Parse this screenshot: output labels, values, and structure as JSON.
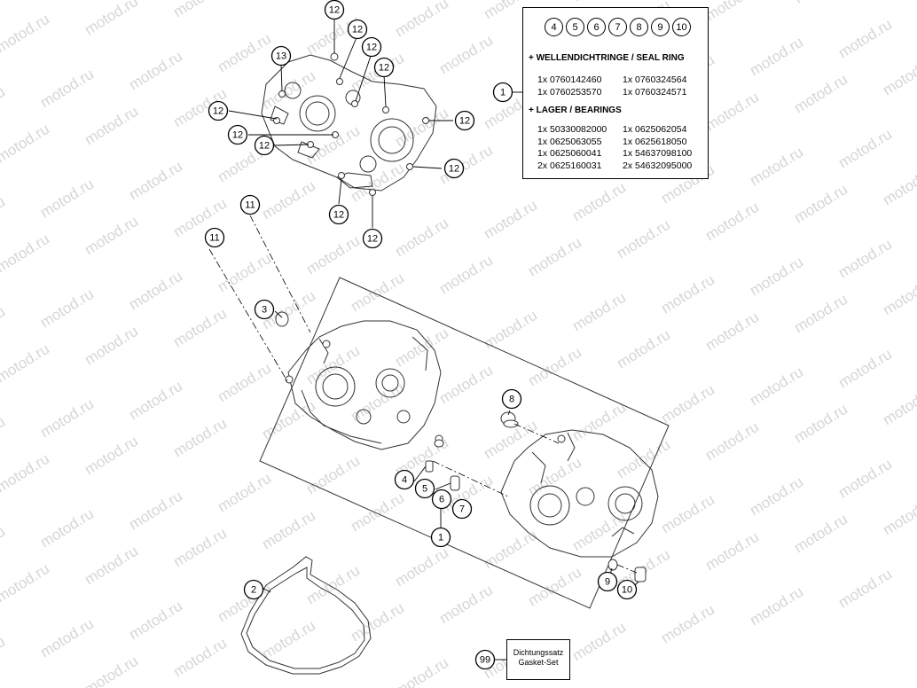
{
  "watermark": "motod.ru",
  "kit": {
    "numbers": [
      "4",
      "5",
      "6",
      "7",
      "8",
      "9",
      "10"
    ],
    "seals_heading": "+ WELLENDICHTRINGE / SEAL RING",
    "seals": [
      "1x 0760142460",
      "1x 0760324564",
      "1x 0760253570",
      "1x 0760324571"
    ],
    "bearings_heading": "+ LAGER / BEARINGS",
    "bearings": [
      "1x 50330082000",
      "1x 0625062054",
      "1x 0625063055",
      "1x 0625618050",
      "1x 0625060041",
      "1x 54637098100",
      "2x 0625160031",
      "2x 54632095000"
    ]
  },
  "gasket_set": {
    "line1": "Dichtungssatz",
    "line2": "Gasket-Set"
  },
  "callouts": [
    {
      "id": "c12-a",
      "label": "12"
    },
    {
      "id": "c12-b",
      "label": "12"
    },
    {
      "id": "c12-c",
      "label": "12"
    },
    {
      "id": "c13",
      "label": "13"
    },
    {
      "id": "c12-d",
      "label": "12"
    },
    {
      "id": "c12-e",
      "label": "12"
    },
    {
      "id": "c12-f",
      "label": "12"
    },
    {
      "id": "c12-g",
      "label": "12"
    },
    {
      "id": "c12-h",
      "label": "12"
    },
    {
      "id": "c12-i",
      "label": "12"
    },
    {
      "id": "c12-j",
      "label": "12"
    },
    {
      "id": "c12-k",
      "label": "12"
    },
    {
      "id": "c1-kit",
      "label": "1"
    },
    {
      "id": "c11-a",
      "label": "11"
    },
    {
      "id": "c11-b",
      "label": "11"
    },
    {
      "id": "c3",
      "label": "3"
    },
    {
      "id": "c8",
      "label": "8"
    },
    {
      "id": "c4",
      "label": "4"
    },
    {
      "id": "c5",
      "label": "5"
    },
    {
      "id": "c6",
      "label": "6"
    },
    {
      "id": "c7",
      "label": "7"
    },
    {
      "id": "c1",
      "label": "1"
    },
    {
      "id": "c2",
      "label": "2"
    },
    {
      "id": "c9",
      "label": "9"
    },
    {
      "id": "c10",
      "label": "10"
    },
    {
      "id": "c99",
      "label": "99"
    }
  ]
}
